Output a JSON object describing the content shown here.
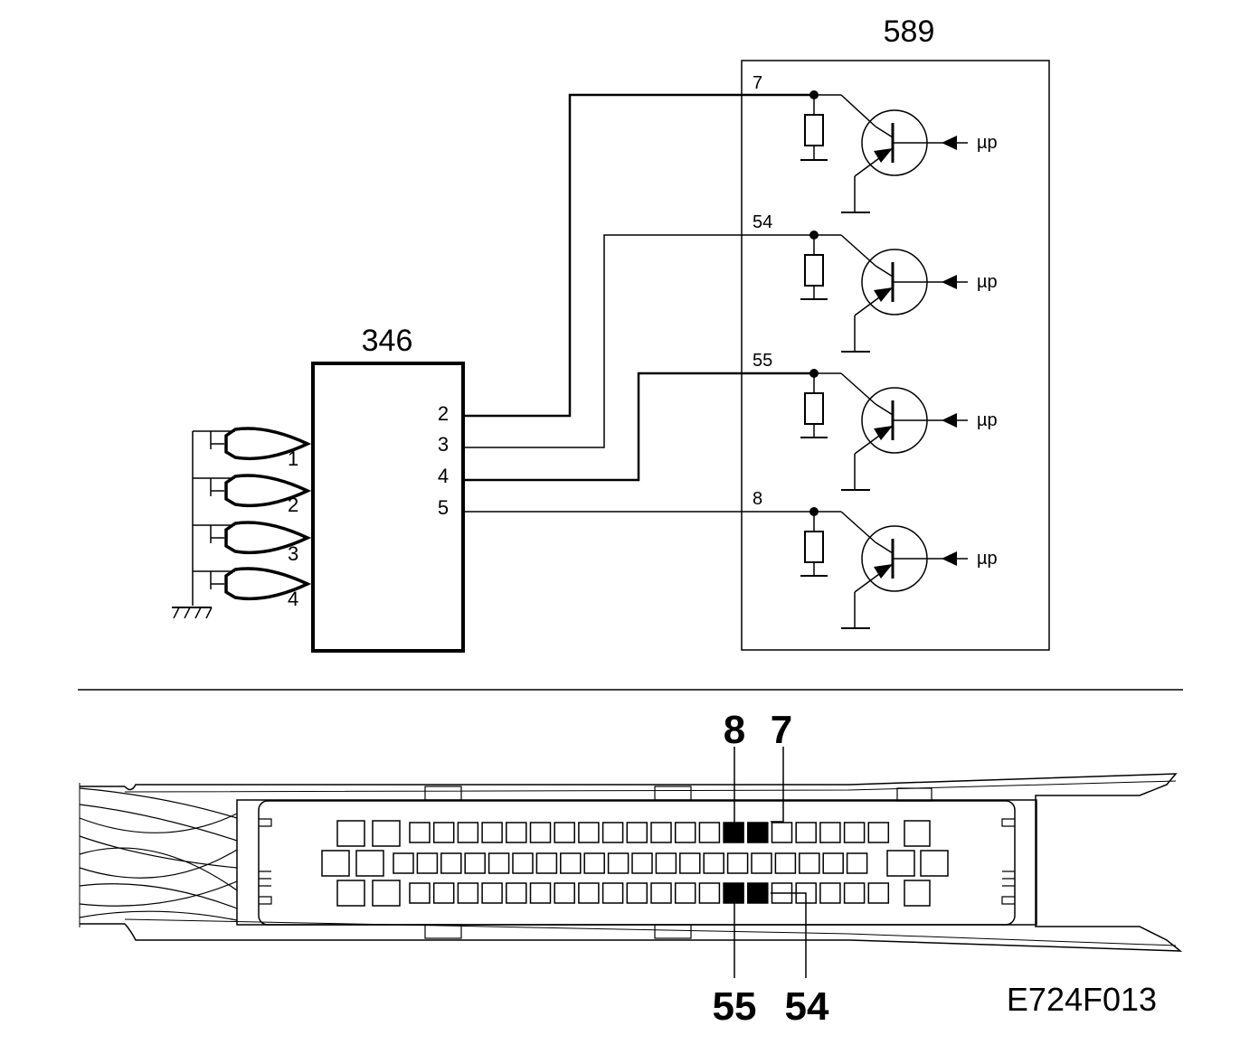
{
  "schematic": {
    "sensor_unit": {
      "label": "346",
      "pins": [
        "2",
        "3",
        "4",
        "5"
      ],
      "sensors": [
        "1",
        "2",
        "3",
        "4"
      ]
    },
    "ecu": {
      "label": "589",
      "channels": [
        {
          "pin": "7",
          "signal": "µp"
        },
        {
          "pin": "54",
          "signal": "µp"
        },
        {
          "pin": "55",
          "signal": "µp"
        },
        {
          "pin": "8",
          "signal": "µp"
        }
      ]
    }
  },
  "connector": {
    "top_labels": [
      "8",
      "7"
    ],
    "bottom_labels": [
      "55",
      "54"
    ]
  },
  "figure_code": "E724F013"
}
